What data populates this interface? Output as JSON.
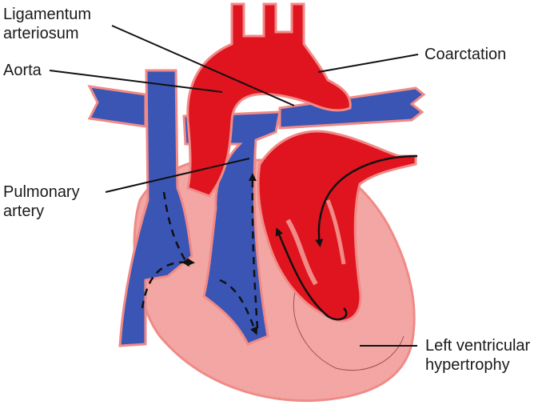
{
  "labels": {
    "ligamentum": "Ligamentum arteriosum",
    "aorta": "Aorta",
    "coarctation": "Coarctation",
    "pulmonary": "Pulmonary artery",
    "lvh": "Left ventricular hypertrophy"
  },
  "colors": {
    "oxygenated": "#e0141e",
    "deoxygenated": "#3a55b4",
    "muscle": "#f3a7a5",
    "outline": "#f08a87",
    "leader": "#111111"
  }
}
